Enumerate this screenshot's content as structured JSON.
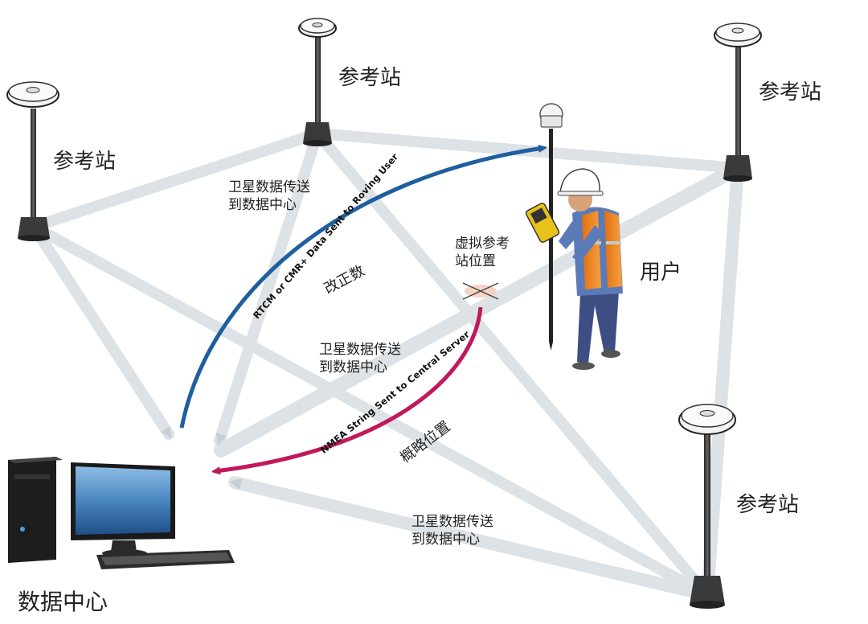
{
  "stations": {
    "top_left": "参考站",
    "top_center": "参考站",
    "top_right": "参考站",
    "bottom_right": "参考站"
  },
  "transmissions": {
    "upper": [
      "卫星数据传送",
      "到数据中心"
    ],
    "middle": [
      "卫星数据传送",
      "到数据中心"
    ],
    "bottom": [
      "卫星数据传送",
      "到数据中心"
    ]
  },
  "virtual_station": [
    "虚拟参考",
    "站位置"
  ],
  "user_label": "用户",
  "data_center_label": "数据中心",
  "correction": {
    "english": "RTCM or CMR+ Data Sent to Roving User",
    "chinese": "改正数",
    "color": "#1f5fa0"
  },
  "position": {
    "english": "NMEA String Sent to Central Server",
    "chinese": "概略位置",
    "color": "#c0195c"
  },
  "colors": {
    "link_beam": "#d8dde2",
    "monitor_screen": "#4a86c0",
    "vest": "#f28a1e"
  }
}
